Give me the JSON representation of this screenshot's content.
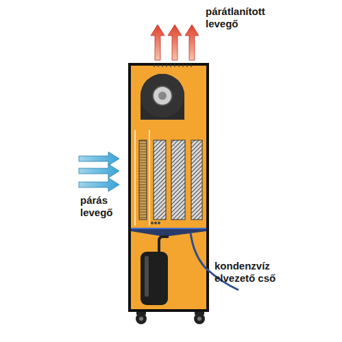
{
  "diagram": {
    "labels": [
      "párátlanított levegő",
      "párás levegő",
      "kondenzvíz elvezető cső"
    ]
  }
}
